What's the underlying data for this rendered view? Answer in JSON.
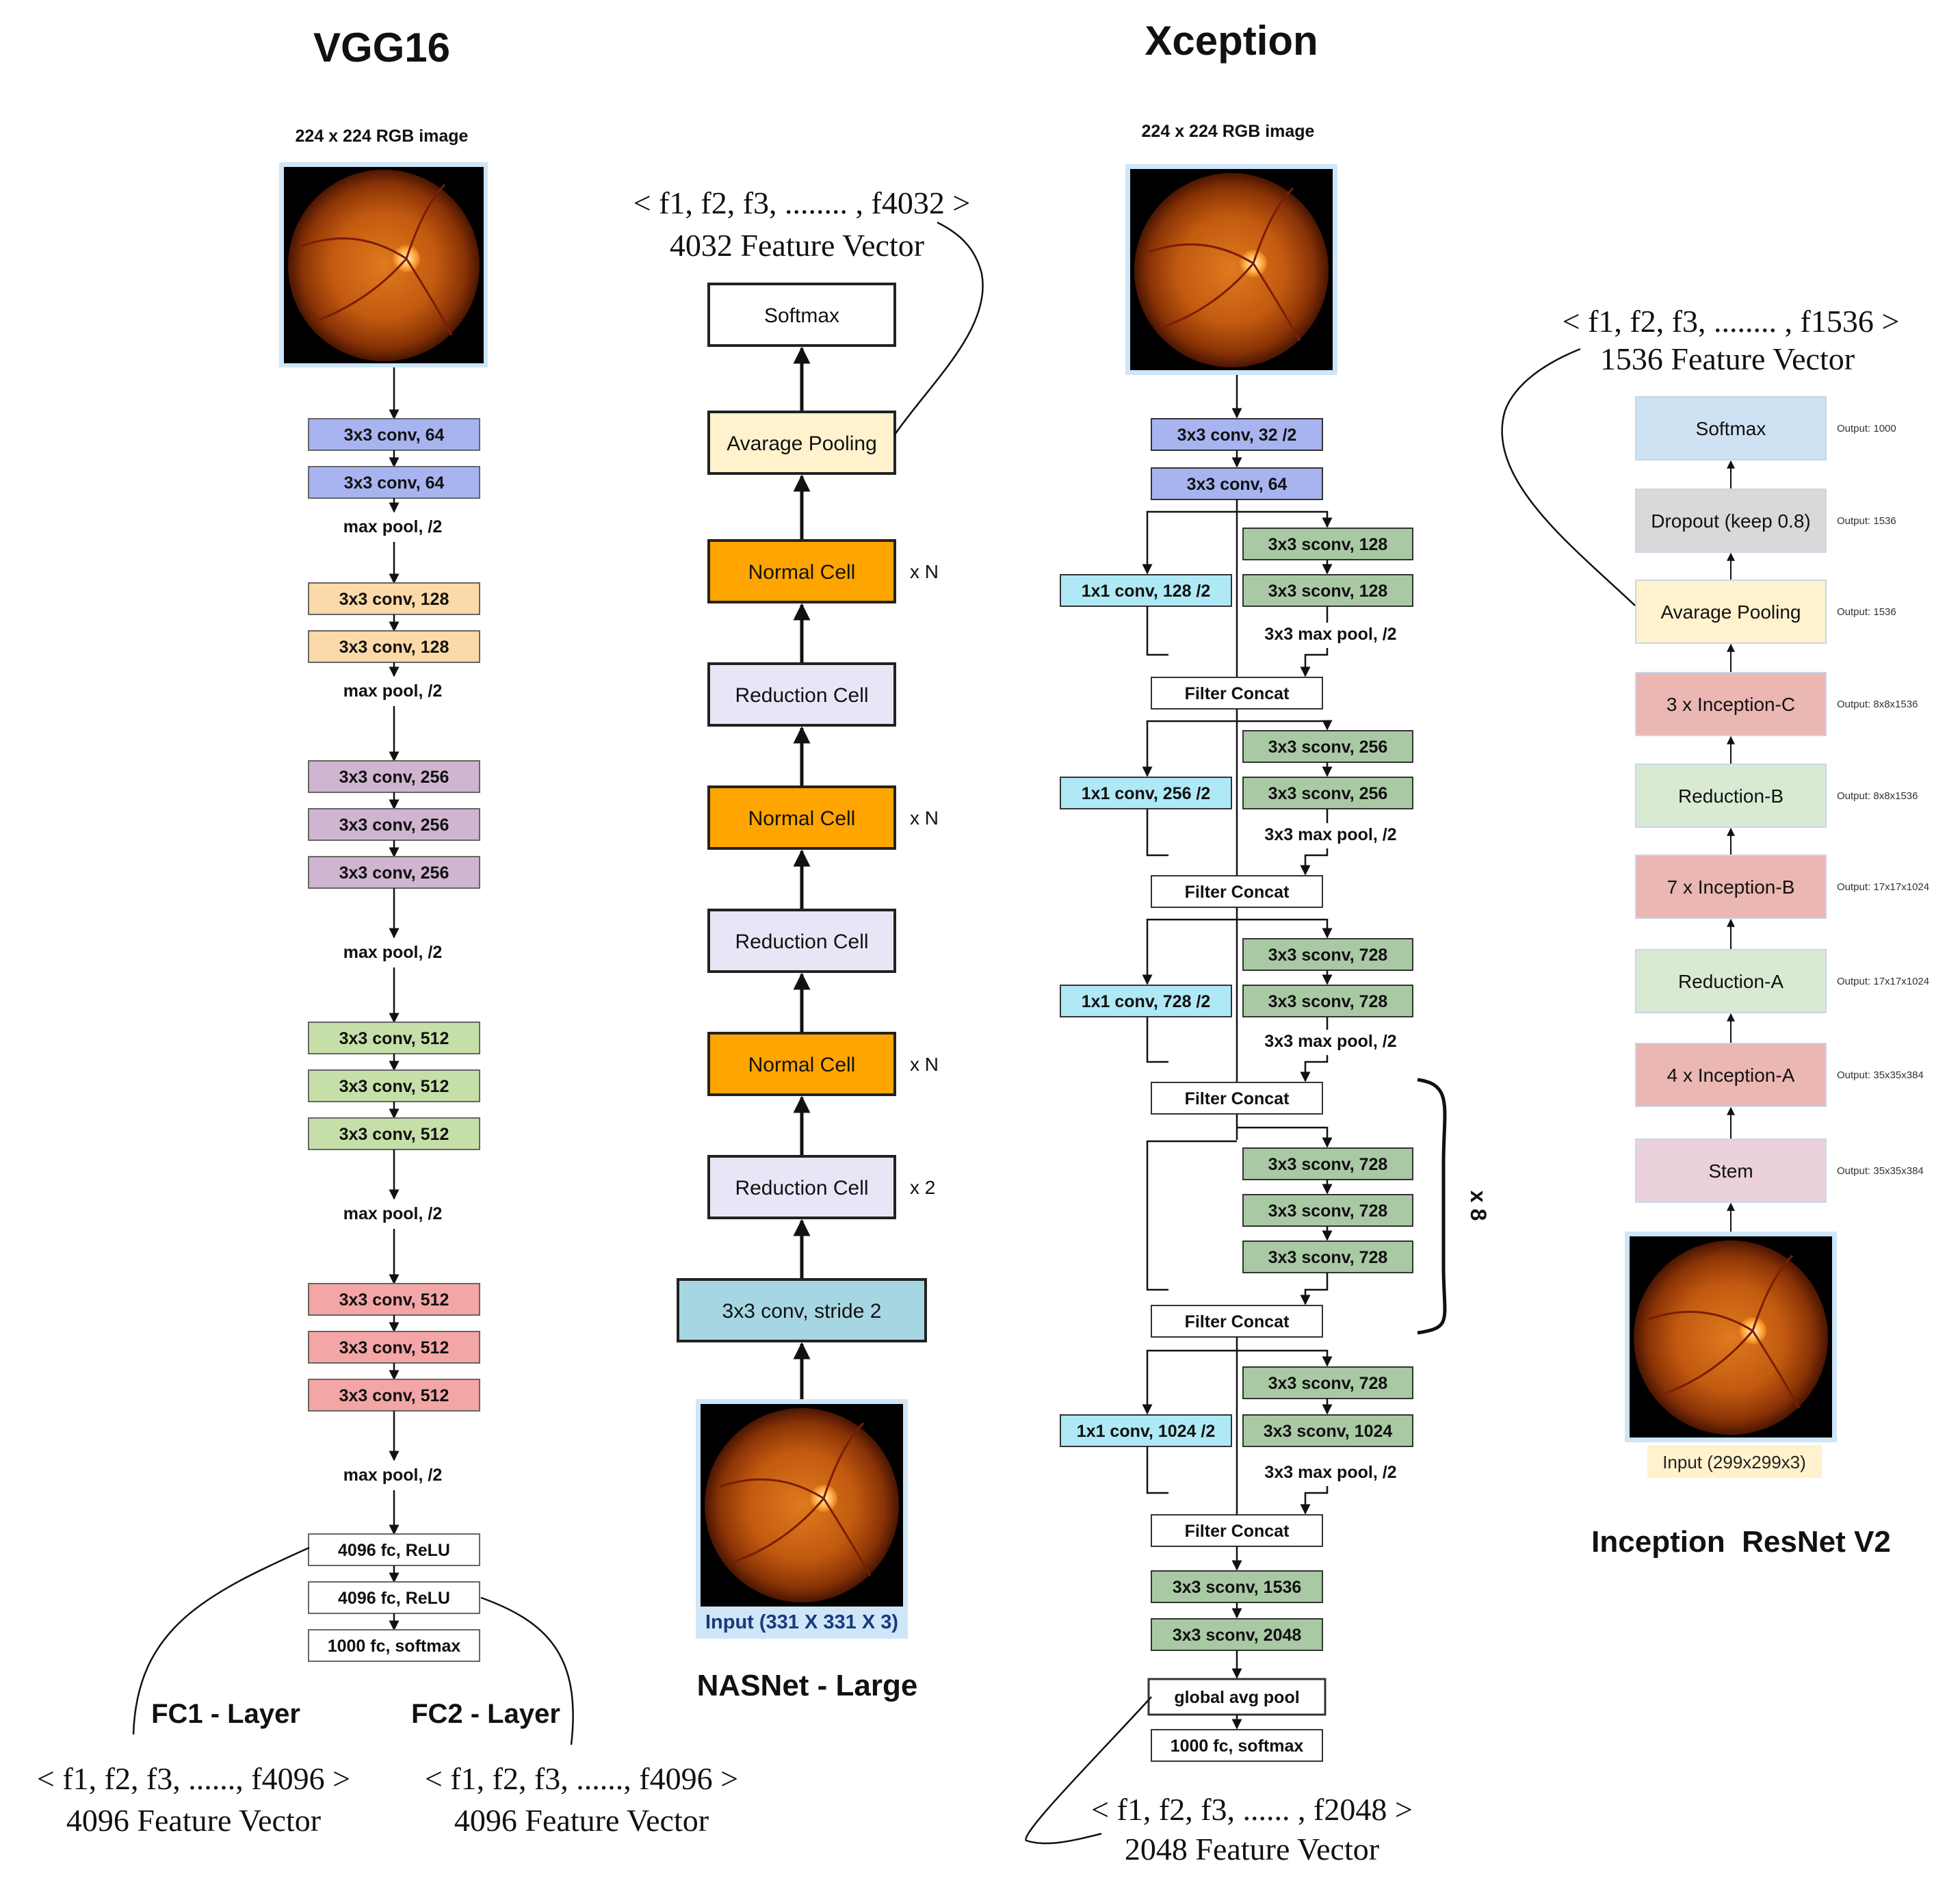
{
  "vgg16": {
    "title": "VGG16",
    "input_label": "224 x 224 RGB image",
    "layers": [
      {
        "label": "3x3 conv, 64",
        "kind": "box",
        "color": "#a8b4f0"
      },
      {
        "label": "3x3 conv, 64",
        "kind": "box",
        "color": "#a8b4f0"
      },
      {
        "label": "max pool, /2",
        "kind": "text"
      },
      {
        "label": "3x3 conv, 128",
        "kind": "box",
        "color": "#fcd9a8"
      },
      {
        "label": "3x3 conv, 128",
        "kind": "box",
        "color": "#fcd9a8"
      },
      {
        "label": "max pool, /2",
        "kind": "text"
      },
      {
        "label": "3x3 conv, 256",
        "kind": "box",
        "color": "#cfb5cf"
      },
      {
        "label": "3x3 conv, 256",
        "kind": "box",
        "color": "#cfb5cf"
      },
      {
        "label": "3x3 conv, 256",
        "kind": "box",
        "color": "#cfb5cf"
      },
      {
        "label": "max pool, /2",
        "kind": "text"
      },
      {
        "label": "3x3 conv, 512",
        "kind": "box",
        "color": "#c6dfa8"
      },
      {
        "label": "3x3 conv, 512",
        "kind": "box",
        "color": "#c6dfa8"
      },
      {
        "label": "3x3 conv, 512",
        "kind": "box",
        "color": "#c6dfa8"
      },
      {
        "label": "max pool, /2",
        "kind": "text"
      },
      {
        "label": "3x3 conv, 512",
        "kind": "box",
        "color": "#f4a5a5"
      },
      {
        "label": "3x3 conv, 512",
        "kind": "box",
        "color": "#f4a5a5"
      },
      {
        "label": "3x3 conv, 512",
        "kind": "box",
        "color": "#f4a5a5"
      },
      {
        "label": "max pool, /2",
        "kind": "text"
      },
      {
        "label": "4096 fc, ReLU",
        "kind": "box",
        "color": "#ffffff"
      },
      {
        "label": "4096 fc, ReLU",
        "kind": "box",
        "color": "#ffffff"
      },
      {
        "label": "1000 fc, softmax",
        "kind": "box",
        "color": "#ffffff"
      }
    ],
    "fc1_label": "FC1 - Layer",
    "fc2_label": "FC2 - Layer",
    "fc1_vector": "< f1, f2, f3, ......, f4096 >",
    "fc1_vector_caption": "4096 Feature Vector",
    "fc2_vector": "< f1, f2, f3, ......, f4096 >",
    "fc2_vector_caption": "4096 Feature Vector"
  },
  "nasnet": {
    "title": "NASNet - Large",
    "input_label": "Input (331 X 331 X 3)",
    "blocks": [
      {
        "label": "Softmax",
        "color": "#ffffff",
        "mult": ""
      },
      {
        "label": "Avarage Pooling",
        "color": "#fff2cc",
        "mult": ""
      },
      {
        "label": "Normal Cell",
        "color": "#ffa500",
        "mult": "x N"
      },
      {
        "label": "Reduction Cell",
        "color": "#e6e6f7",
        "mult": ""
      },
      {
        "label": "Normal Cell",
        "color": "#ffa500",
        "mult": "x N"
      },
      {
        "label": "Reduction Cell",
        "color": "#e6e6f7",
        "mult": ""
      },
      {
        "label": "Normal Cell",
        "color": "#ffa500",
        "mult": "x N"
      },
      {
        "label": "Reduction Cell",
        "color": "#e6e6f7",
        "mult": "x 2"
      },
      {
        "label": "3x3 conv, stride 2",
        "color": "#a7d6e3",
        "mult": ""
      }
    ],
    "vector": "< f1, f2, f3, ........ , f4032 >",
    "vector_caption": "4032 Feature Vector"
  },
  "xception": {
    "title": "Xception",
    "input_label": "224 x 224 RGB image",
    "colors": {
      "green": "#a9c9a4",
      "cyan": "#aee9f5",
      "blue": "#a8b4f0",
      "white": "#ffffff"
    },
    "stem": [
      "3x3 conv, 32 /2",
      "3x3 conv, 64"
    ],
    "entry_blocks": [
      {
        "shortcut": "1x1 conv, 128 /2",
        "sconv": [
          "3x3 sconv, 128",
          "3x3 sconv, 128"
        ],
        "pool": "3x3 max pool, /2",
        "concat": "Filter Concat"
      },
      {
        "shortcut": "1x1 conv, 256 /2",
        "sconv": [
          "3x3 sconv, 256",
          "3x3 sconv, 256"
        ],
        "pool": "3x3 max pool, /2",
        "concat": "Filter Concat"
      },
      {
        "shortcut": "1x1 conv, 728 /2",
        "sconv": [
          "3x3 sconv, 728",
          "3x3 sconv, 728"
        ],
        "pool": "3x3 max pool, /2",
        "concat": "Filter Concat"
      }
    ],
    "middle_block": {
      "sconv": [
        "3x3 sconv, 728",
        "3x3 sconv, 728",
        "3x3 sconv, 728"
      ],
      "concat": "Filter Concat",
      "repeat": "x 8"
    },
    "exit_block": {
      "shortcut": "1x1 conv, 1024 /2",
      "sconv": [
        "3x3 sconv, 728",
        "3x3 sconv, 1024"
      ],
      "pool": "3x3 max pool, /2",
      "concat": "Filter Concat"
    },
    "tail": [
      {
        "label": "3x3 sconv, 1536",
        "color": "#a9c9a4"
      },
      {
        "label": "3x3 sconv, 2048",
        "color": "#a9c9a4"
      },
      {
        "label": "global avg pool",
        "color": "#ffffff"
      },
      {
        "label": "1000 fc, softmax",
        "color": "#ffffff"
      }
    ],
    "vector": "< f1, f2, f3, ...... , f2048 >",
    "vector_caption": "2048 Feature Vector"
  },
  "inception_resnet": {
    "title": "Inception  ResNet V2",
    "input_label": "Input (299x299x3)",
    "blocks": [
      {
        "label": "Softmax",
        "color": "#cfe2f3",
        "output": "Output: 1000"
      },
      {
        "label": "Dropout (keep 0.8)",
        "color": "#d9d9d9",
        "output": "Output: 1536"
      },
      {
        "label": "Avarage Pooling",
        "color": "#fff2cc",
        "output": "Output: 1536"
      },
      {
        "label": "3 x Inception-C",
        "color": "#eab7b2",
        "output": "Output: 8x8x1536"
      },
      {
        "label": "Reduction-B",
        "color": "#d9ead3",
        "output": "Output: 8x8x1536"
      },
      {
        "label": "7 x Inception-B",
        "color": "#eab7b2",
        "output": "Output: 17x17x1024"
      },
      {
        "label": "Reduction-A",
        "color": "#d9ead3",
        "output": "Output: 17x17x1024"
      },
      {
        "label": "4 x Inception-A",
        "color": "#eab7b2",
        "output": "Output: 35x35x384"
      },
      {
        "label": "Stem",
        "color": "#ead1dc",
        "output": "Output: 35x35x384"
      }
    ],
    "vector": "< f1, f2, f3, ........ , f1536 >",
    "vector_caption": "1536 Feature Vector"
  }
}
